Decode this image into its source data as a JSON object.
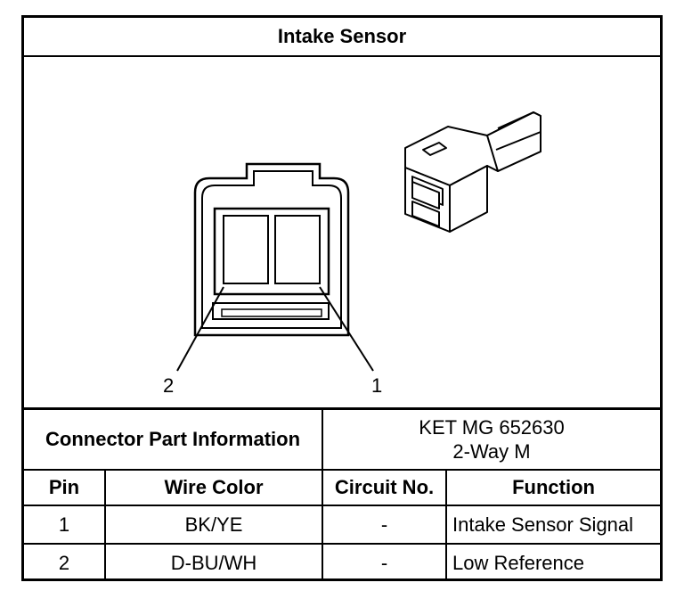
{
  "title": "Intake Sensor",
  "pin_callouts": [
    "2",
    "1"
  ],
  "connector_part_information": {
    "label": "Connector Part Information",
    "part_number": "KET MG 652630",
    "type": "2-Way M"
  },
  "pin_table": {
    "headers": [
      "Pin",
      "Wire Color",
      "Circuit No.",
      "Function"
    ],
    "rows": [
      {
        "pin": "1",
        "wire_color": "BK/YE",
        "circuit": "-",
        "function": "Intake Sensor Signal"
      },
      {
        "pin": "2",
        "wire_color": "D-BU/WH",
        "circuit": "-",
        "function": "Low Reference"
      }
    ]
  }
}
